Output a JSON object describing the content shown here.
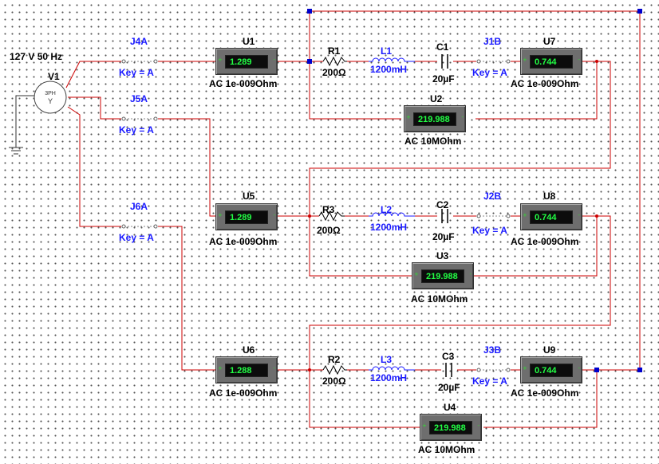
{
  "source": {
    "name": "V1",
    "spec": "127 V 50 Hz",
    "symbol_top": "3PH",
    "symbol_bottom": "Y"
  },
  "switches": [
    {
      "name": "J4A",
      "key": "Key = A"
    },
    {
      "name": "J5A",
      "key": "Key = A"
    },
    {
      "name": "J6A",
      "key": "Key = A"
    },
    {
      "name": "J1B",
      "key": "Key = A"
    },
    {
      "name": "J2B",
      "key": "Key = A"
    },
    {
      "name": "J3B",
      "key": "Key = A"
    }
  ],
  "meters": [
    {
      "name": "U1",
      "value": "1.289",
      "mode": "AC  1e-009Ohm"
    },
    {
      "name": "U5",
      "value": "1.289",
      "mode": "AC  1e-009Ohm"
    },
    {
      "name": "U6",
      "value": "1.288",
      "mode": "AC  1e-009Ohm"
    },
    {
      "name": "U7",
      "value": "0.744",
      "mode": "AC  1e-009Ohm"
    },
    {
      "name": "U8",
      "value": "0.744",
      "mode": "AC  1e-009Ohm"
    },
    {
      "name": "U9",
      "value": "0.744",
      "mode": "AC  1e-009Ohm"
    },
    {
      "name": "U2",
      "value": "219.988",
      "mode": "AC  10MOhm"
    },
    {
      "name": "U3",
      "value": "219.988",
      "mode": "AC  10MOhm"
    },
    {
      "name": "U4",
      "value": "219.988",
      "mode": "AC  10MOhm"
    }
  ],
  "meter_pins": {
    "plus": "+",
    "minus": "-"
  },
  "resistors": [
    {
      "name": "R1",
      "value": "200Ω"
    },
    {
      "name": "R3",
      "value": "200Ω"
    },
    {
      "name": "R2",
      "value": "200Ω"
    }
  ],
  "inductors": [
    {
      "name": "L1",
      "value": "1200mH"
    },
    {
      "name": "L2",
      "value": "1200mH"
    },
    {
      "name": "L3",
      "value": "1200mH"
    }
  ],
  "capacitors": [
    {
      "name": "C1",
      "value": "20µF"
    },
    {
      "name": "C2",
      "value": "20µF"
    },
    {
      "name": "C3",
      "value": "20µF"
    }
  ],
  "colors": {
    "wire": "#cc0000",
    "node": "#0000cc",
    "label_blue": "#1a1aff",
    "display_text": "#22ff44",
    "meter_body": "#6e6e6e"
  }
}
